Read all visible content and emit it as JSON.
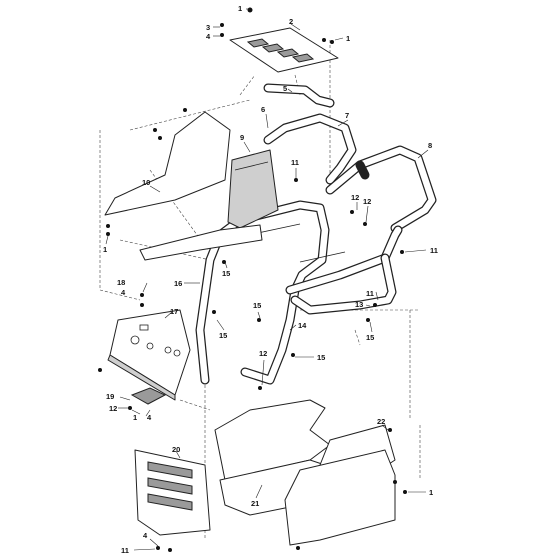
{
  "labels": {
    "l1a": "1",
    "l2": "2",
    "l3": "3",
    "l4a": "4",
    "l1b": "1",
    "l5": "5",
    "l6": "6",
    "l7": "7",
    "l8": "8",
    "l9": "9",
    "l10": "10",
    "l1c": "1",
    "l11a": "11",
    "l12a": "12",
    "l12b": "12",
    "l11b": "11",
    "l16": "16",
    "l15a": "15",
    "l18": "18",
    "l4b": "4",
    "l17": "17",
    "l15b": "15",
    "l15c": "15",
    "l14": "14",
    "l13": "13",
    "l11c": "11",
    "l15d": "15",
    "l12c": "12",
    "l15e": "15",
    "l19": "19",
    "l12d": "12",
    "l1d": "1",
    "l4c": "4",
    "l20": "20",
    "l22": "22",
    "l21": "21",
    "l1e": "1",
    "l4d": "4",
    "l11d": "11"
  }
}
